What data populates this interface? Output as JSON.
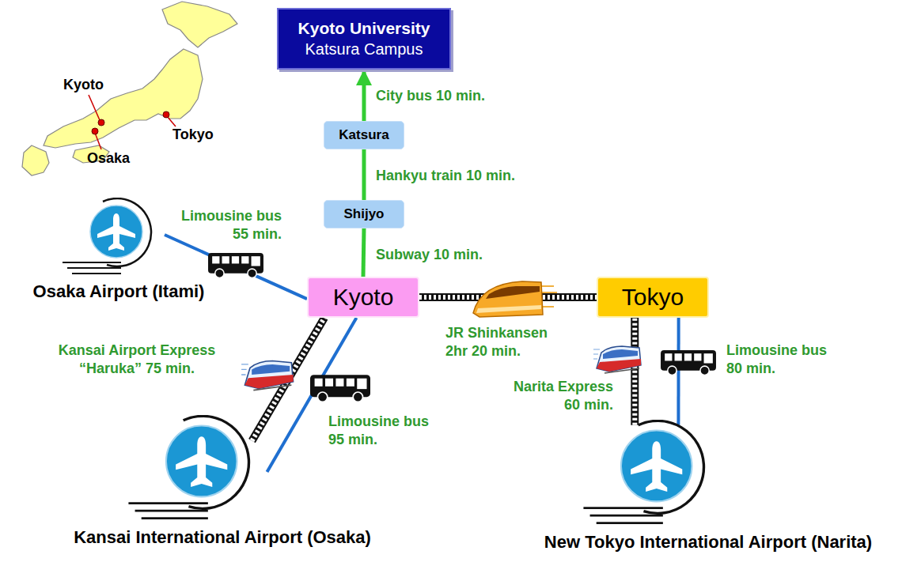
{
  "diagram": {
    "nodes": [
      {
        "text": [
          "Kyoto University",
          "Katsura Campus"
        ]
      },
      {
        "text": [
          "Katsura"
        ]
      },
      {
        "text": [
          "Shijyo"
        ]
      },
      {
        "text": [
          "Kyoto"
        ]
      },
      {
        "text": [
          "Tokyo"
        ]
      },
      {
        "text": [
          "Osaka Airport (Itami)"
        ]
      },
      {
        "text": [
          "Kansai International Airport (Osaka)"
        ]
      },
      {
        "text": [
          "New Tokyo International Airport (Narita)"
        ]
      }
    ],
    "edges": [
      {
        "from": 1,
        "to": 0,
        "arrow": "to",
        "label": "City bus 10 min."
      },
      {
        "from": 2,
        "to": 1,
        "arrow": "none",
        "label": "Hankyu train 10 min."
      },
      {
        "from": 3,
        "to": 2,
        "arrow": "none",
        "label": "Subway 10 min."
      },
      {
        "from": 5,
        "to": 3,
        "arrow": "none",
        "label": "Limousine bus 55 min."
      },
      {
        "from": 6,
        "to": 3,
        "arrow": "none",
        "label": "Kansai Airport Express “Haruka” 75 min."
      },
      {
        "from": 6,
        "to": 3,
        "arrow": "none",
        "label": "Limousine bus 95 min."
      },
      {
        "from": 3,
        "to": 4,
        "arrow": "none",
        "label": "JR Shinkansen 2hr 20 min."
      },
      {
        "from": 7,
        "to": 4,
        "arrow": "none",
        "label": "Narita Express 60 min."
      },
      {
        "from": 7,
        "to": 4,
        "arrow": "none",
        "label": "Limousine bus 80 min."
      }
    ],
    "labels": [
      "Kyoto",
      "Osaka",
      "Tokyo"
    ]
  }
}
